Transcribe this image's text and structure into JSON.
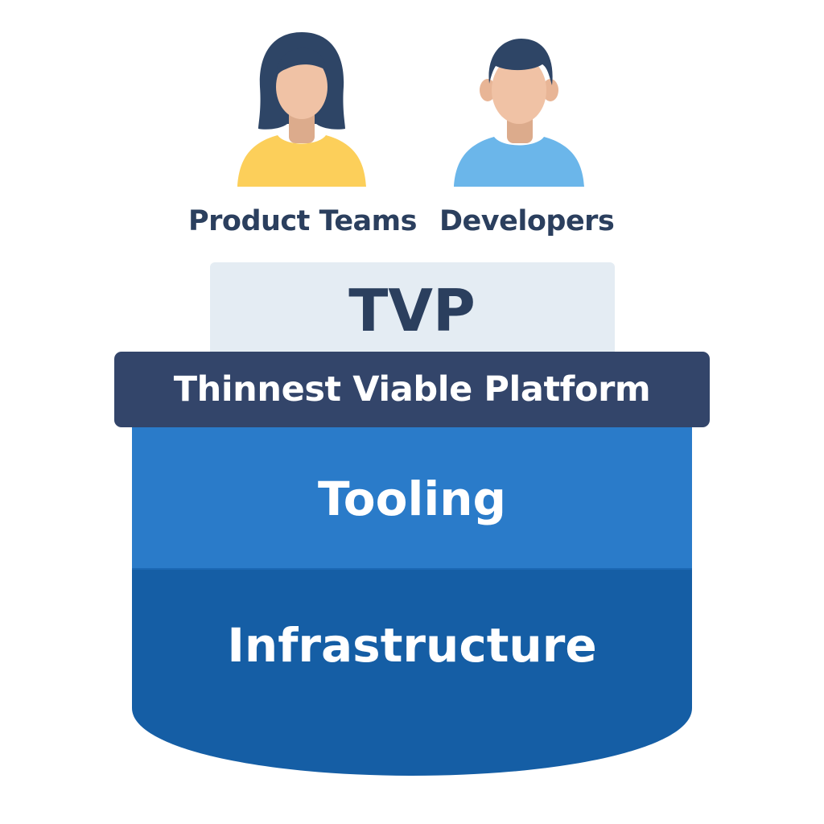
{
  "users": {
    "product_teams": {
      "label": "Product Teams",
      "icon": "woman-avatar-icon",
      "shirt_color": "#fccf5a"
    },
    "developers": {
      "label": "Developers",
      "icon": "man-avatar-icon",
      "shirt_color": "#6bb6ea"
    }
  },
  "stack": {
    "tvp": {
      "title": "TVP",
      "color": "#e4ecf3"
    },
    "band": {
      "label": "Thinnest Viable Platform",
      "color": "#33456a"
    },
    "tooling": {
      "label": "Tooling",
      "color": "#2a7bc9"
    },
    "infrastructure": {
      "label": "Infrastructure",
      "color": "#155ea5"
    }
  },
  "colors": {
    "text_dark": "#2b3f5e",
    "hair": "#2e4566",
    "skin": "#f0c2a5"
  }
}
